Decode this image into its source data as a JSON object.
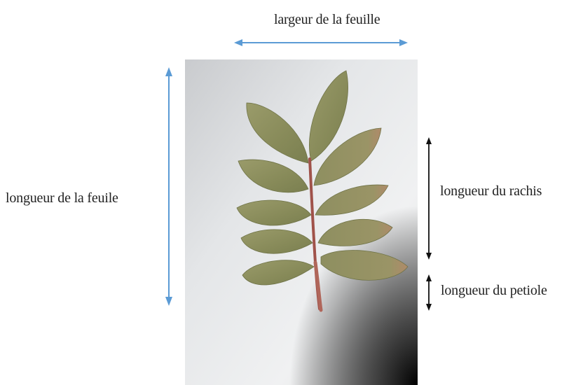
{
  "labels": {
    "leaf_width": "largeur de la feuille",
    "leaf_length": "longueur de la feuile",
    "rachis_length": "longueur du rachis",
    "petiole_length": "longueur du petiole"
  },
  "colors": {
    "blue_arrow": "#5b9bd5",
    "black_arrow": "#111111",
    "leaflet_fill": "#8b8f5e",
    "rachis": "#a0524a"
  },
  "figure": {
    "subject": "compound-leaf-photo"
  }
}
